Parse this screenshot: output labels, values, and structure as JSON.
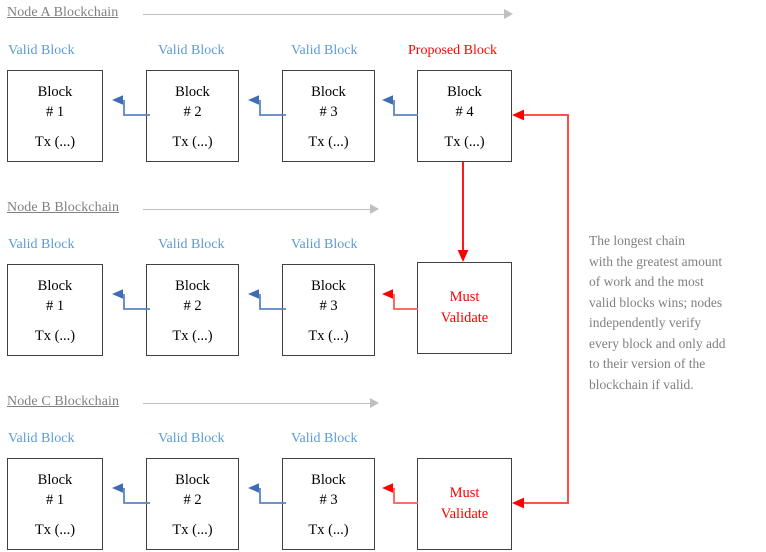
{
  "diagram": {
    "title": "Blockchain node consensus / longest chain validation",
    "colors": {
      "valid_label": "#5b9bd5",
      "proposed_label": "#ff0000",
      "heading_text": "#808080",
      "heading_rule": "#bfbfbf",
      "block_border": "#404040",
      "blue_link_arrow": "#5b84c4",
      "red_link_arrow": "#ff3b30",
      "red_route": "#ff0000",
      "explain_text": "#808080",
      "background": "#ffffff"
    },
    "sections": [
      {
        "id": "node-a",
        "heading": "Node A Blockchain",
        "blocks": [
          {
            "tag": "Valid Block",
            "tag_kind": "valid",
            "title": "Block\n# 1",
            "tx": "Tx (...)"
          },
          {
            "tag": "Valid Block",
            "tag_kind": "valid",
            "title": "Block\n# 2",
            "tx": "Tx (...)"
          },
          {
            "tag": "Valid Block",
            "tag_kind": "valid",
            "title": "Block\n# 3",
            "tx": "Tx (...)"
          },
          {
            "tag": "Proposed Block",
            "tag_kind": "proposed",
            "title": "Block\n# 4",
            "tx": "Tx (...)"
          }
        ],
        "validate": null
      },
      {
        "id": "node-b",
        "heading": "Node B Blockchain",
        "blocks": [
          {
            "tag": "Valid Block",
            "tag_kind": "valid",
            "title": "Block\n# 1",
            "tx": "Tx (...)"
          },
          {
            "tag": "Valid Block",
            "tag_kind": "valid",
            "title": "Block\n# 2",
            "tx": "Tx (...)"
          },
          {
            "tag": "Valid Block",
            "tag_kind": "valid",
            "title": "Block\n# 3",
            "tx": "Tx (...)"
          }
        ],
        "validate": "Must\nValidate"
      },
      {
        "id": "node-c",
        "heading": "Node C Blockchain",
        "blocks": [
          {
            "tag": "Valid Block",
            "tag_kind": "valid",
            "title": "Block\n# 1",
            "tx": "Tx (...)"
          },
          {
            "tag": "Valid Block",
            "tag_kind": "valid",
            "title": "Block\n# 2",
            "tx": "Tx (...)"
          },
          {
            "tag": "Valid Block",
            "tag_kind": "valid",
            "title": "Block\n# 3",
            "tx": "Tx (...)"
          }
        ],
        "validate": "Must\nValidate"
      }
    ],
    "explanation": "The longest chain\nwith the greatest amount\nof work and the most\nvalid blocks wins; nodes\nindependently verify\nevery block and only add\nto their version of the\nblockchain if valid."
  }
}
